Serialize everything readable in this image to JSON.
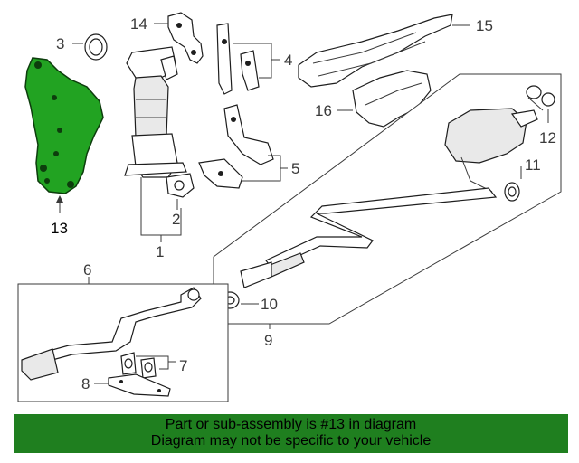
{
  "callouts": {
    "c1": "1",
    "c2": "2",
    "c3": "3",
    "c4": "4",
    "c5": "5",
    "c6": "6",
    "c7": "7",
    "c8": "8",
    "c9": "9",
    "c10": "10",
    "c11": "11",
    "c12": "12",
    "c13": "13",
    "c14": "14",
    "c15": "15",
    "c16": "16"
  },
  "highlight": {
    "part": "13",
    "color": "#22a322"
  },
  "banner": {
    "line1": "Part or sub-assembly is #13 in diagram",
    "line2": "Diagram may not be specific to your vehicle",
    "color": "#1f7f1f"
  }
}
